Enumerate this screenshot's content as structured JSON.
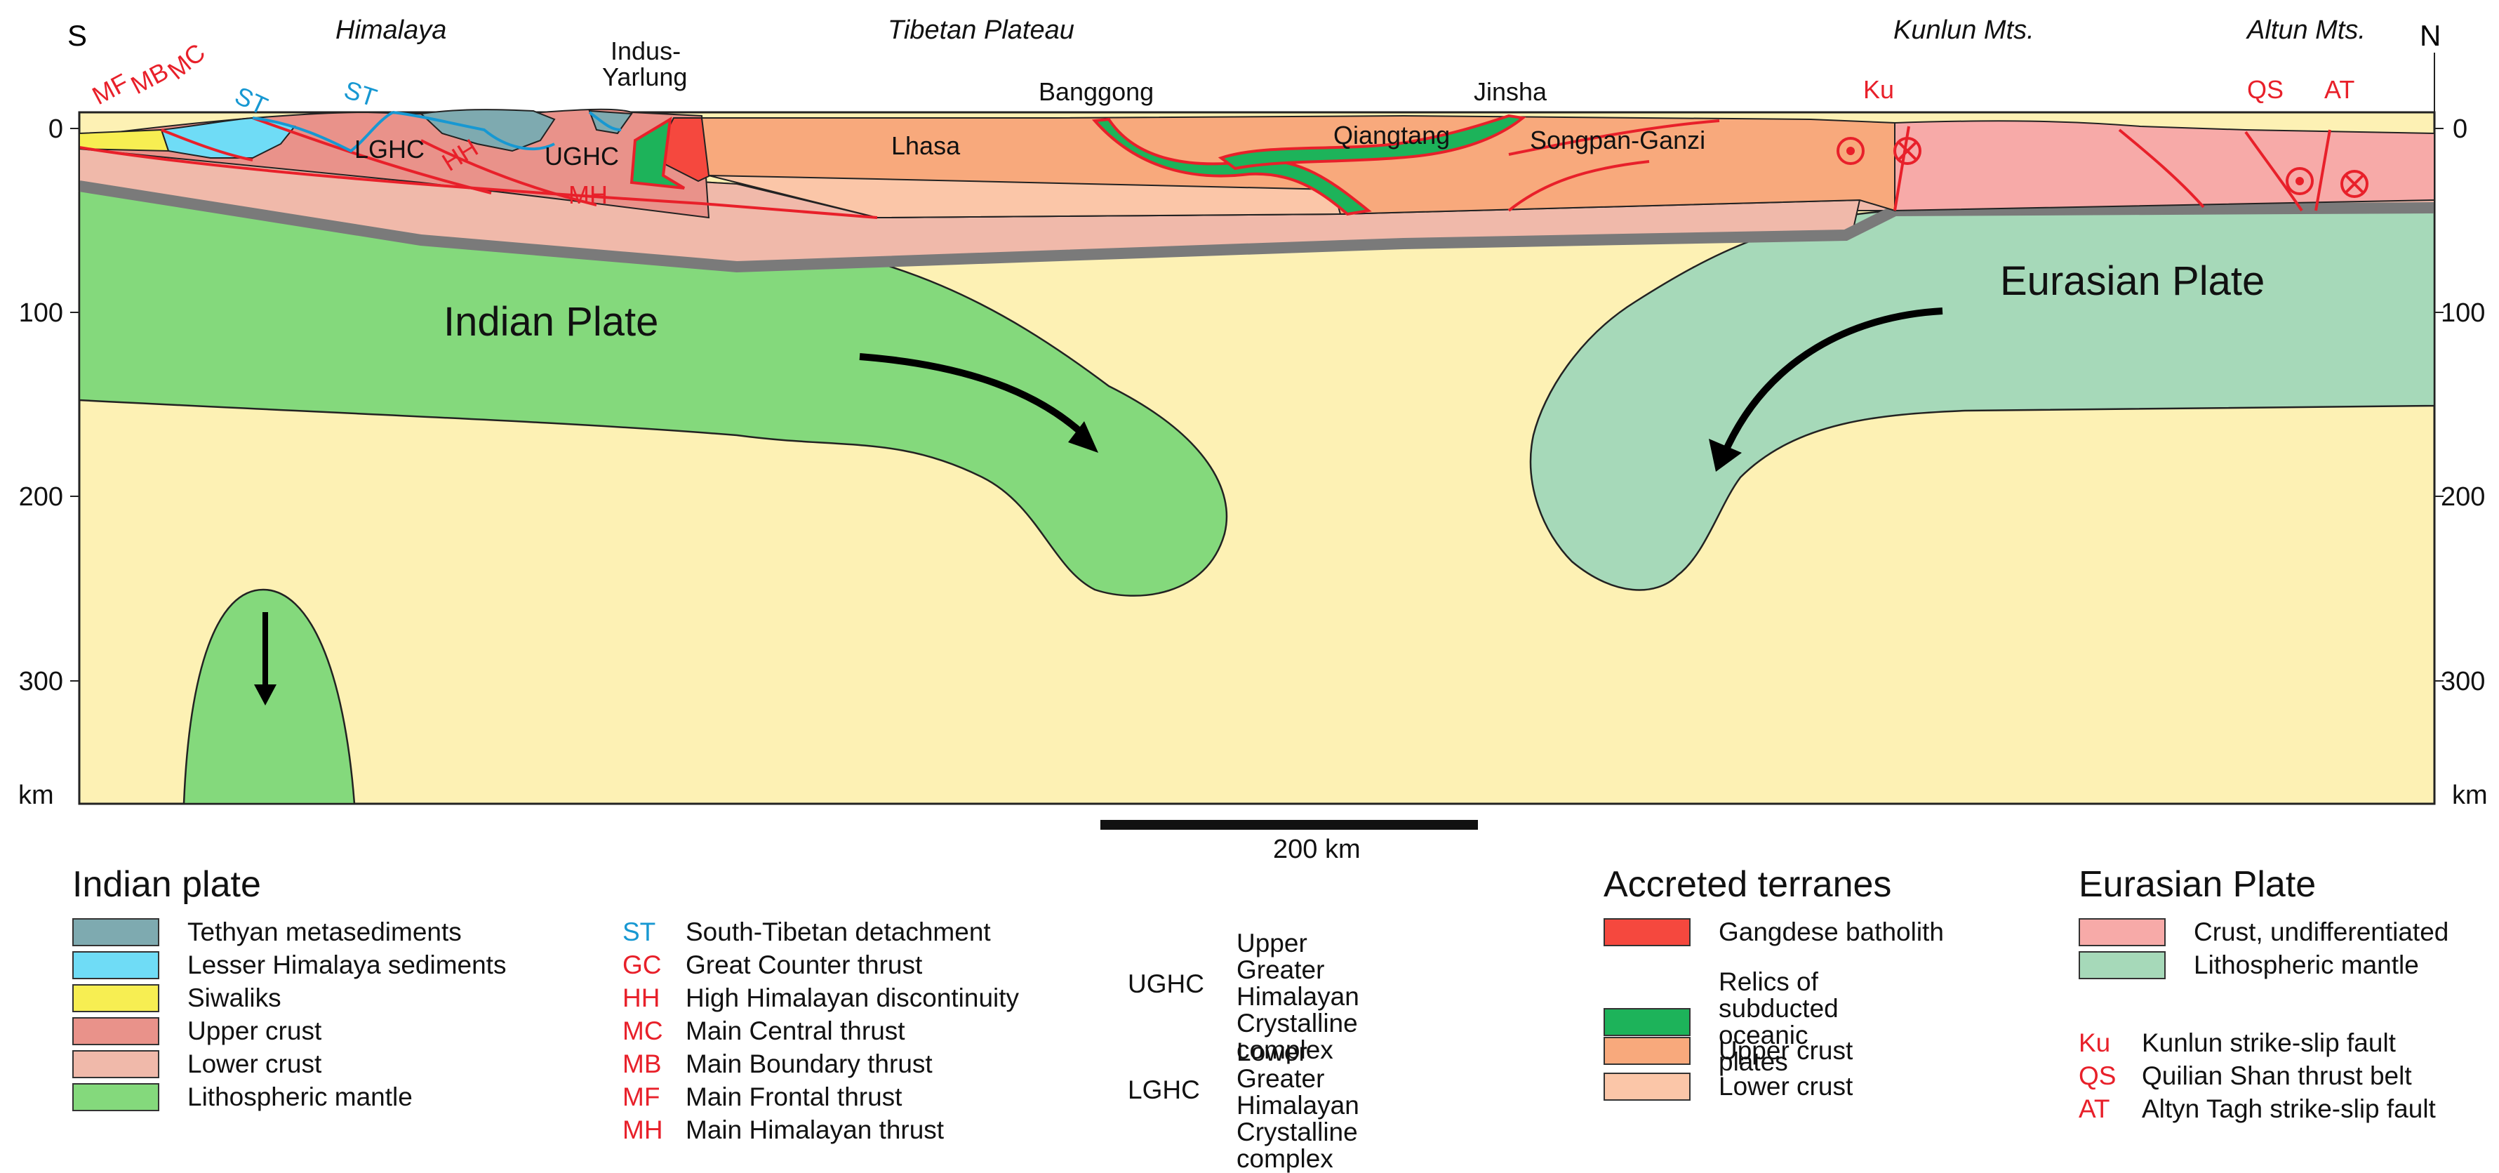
{
  "colors": {
    "mantle_background": "#fdf1b4",
    "indian_lithospheric_mantle": "#84d97c",
    "eurasian_lithospheric_mantle": "#a6d9b9",
    "indian_lower_crust": "#f0b9aa",
    "indian_upper_crust": "#e9928a",
    "tethyan_metasediments": "#7eaab0",
    "lesser_himalaya_sediments": "#6fdcf6",
    "siwaliks": "#f7ee52",
    "gangdese_batholith": "#f5483e",
    "oceanic_relics": "#1db35a",
    "accreted_upper_crust": "#f8a97c",
    "accreted_lower_crust": "#fbc6a8",
    "eurasian_crust": "#f7aaa8",
    "fault_red": "#e8202a",
    "detachment_blue": "#1798d2",
    "moho": "#7a7a7a"
  },
  "section": {
    "south_label": "S",
    "north_label": "N",
    "depth_ticks": [
      "0",
      "100",
      "200",
      "300"
    ],
    "depth_unit": "km",
    "regions": [
      "Himalaya",
      "Tibetan Plateau",
      "Kunlun Mts.",
      "Altun Mts."
    ],
    "sutures": {
      "indus_yarlung": [
        "Indus-",
        "Yarlung"
      ],
      "bangong": "Banggong",
      "jinsha": "Jinsha"
    },
    "terranes": [
      "Lhasa",
      "Qiangtang",
      "Songpan-Ganzi"
    ],
    "unit_labels": {
      "lghc": "LGHC",
      "ughc": "UGHC"
    },
    "fault_labels": {
      "mf": "MF",
      "mb": "MB",
      "mc": "MC",
      "st1": "ST",
      "st2": "ST",
      "hh": "HH",
      "mh": "MH",
      "ku": "Ku",
      "qs": "QS",
      "at": "AT"
    },
    "plate_labels": {
      "indian": "Indian Plate",
      "eurasian": "Eurasian Plate"
    },
    "scale_bar": "200 km"
  },
  "legend": {
    "indian": {
      "title": "Indian plate",
      "items": [
        {
          "label": "Tethyan metasediments",
          "color": "#7eaab0"
        },
        {
          "label": "Lesser Himalaya sediments",
          "color": "#6fdcf6"
        },
        {
          "label": "Siwaliks",
          "color": "#f7ee52"
        },
        {
          "label": "Upper crust",
          "color": "#e9928a"
        },
        {
          "label": "Lower crust",
          "color": "#f0b9aa"
        },
        {
          "label": "Lithospheric mantle",
          "color": "#84d97c"
        }
      ]
    },
    "faults": [
      {
        "abbr": "ST",
        "label": "South-Tibetan detachment",
        "color": "#1798d2"
      },
      {
        "abbr": "GC",
        "label": "Great Counter thrust",
        "color": "#e8202a"
      },
      {
        "abbr": "HH",
        "label": "High Himalayan discontinuity",
        "color": "#e8202a"
      },
      {
        "abbr": "MC",
        "label": "Main Central thrust",
        "color": "#e8202a"
      },
      {
        "abbr": "MB",
        "label": "Main Boundary thrust",
        "color": "#e8202a"
      },
      {
        "abbr": "MF",
        "label": "Main Frontal thrust",
        "color": "#e8202a"
      },
      {
        "abbr": "MH",
        "label": "Main Himalayan thrust",
        "color": "#e8202a"
      }
    ],
    "complexes": [
      {
        "abbr": "UGHC",
        "lines": [
          "Upper Greater",
          "Himalayan Crystalline",
          "complex"
        ]
      },
      {
        "abbr": "LGHC",
        "lines": [
          "Lower Greater",
          "Himalayan Crystalline",
          "complex"
        ]
      }
    ],
    "accreted": {
      "title": "Accreted terranes",
      "items": [
        {
          "label": "Gangdese batholith",
          "color": "#f5483e"
        },
        {
          "label": "Relics of subducted oceanic plates",
          "lines": [
            "Relics of subducted",
            "oceanic plates"
          ],
          "color": "#1db35a"
        },
        {
          "label": "Upper crust",
          "color": "#f8a97c"
        },
        {
          "label": "Lower crust",
          "color": "#fbc6a8"
        }
      ]
    },
    "eurasian": {
      "title": "Eurasian Plate",
      "items": [
        {
          "label": "Crust, undifferentiated",
          "color": "#f7aaa8"
        },
        {
          "label": "Lithospheric mantle",
          "color": "#a6d9b9"
        }
      ],
      "faults": [
        {
          "abbr": "Ku",
          "label": "Kunlun strike-slip fault"
        },
        {
          "abbr": "QS",
          "label": "Quilian Shan thrust belt"
        },
        {
          "abbr": "AT",
          "label": "Altyn Tagh strike-slip fault"
        }
      ]
    }
  }
}
